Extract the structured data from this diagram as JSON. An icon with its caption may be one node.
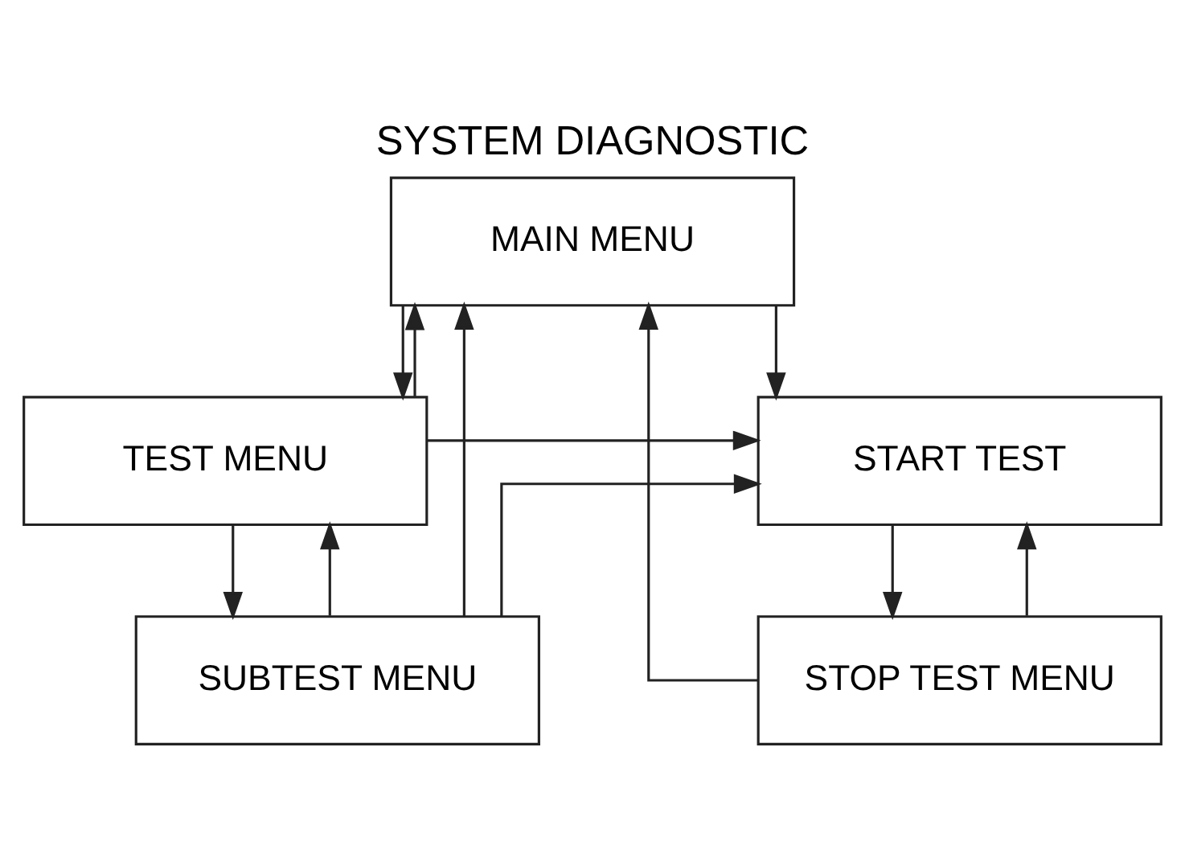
{
  "diagram": {
    "title": "SYSTEM DIAGNOSTIC",
    "nodes": [
      {
        "text": [
          "MAIN MENU"
        ]
      },
      {
        "text": [
          "TEST MENU"
        ]
      },
      {
        "text": [
          "SUBTEST MENU"
        ]
      },
      {
        "text": [
          "START TEST"
        ]
      },
      {
        "text": [
          "STOP TEST MENU"
        ]
      }
    ],
    "edges": [
      {
        "from": 0,
        "to": 1,
        "arrow": "to"
      },
      {
        "from": 1,
        "to": 0,
        "arrow": "to"
      },
      {
        "from": 1,
        "to": 2,
        "arrow": "to"
      },
      {
        "from": 2,
        "to": 1,
        "arrow": "to"
      },
      {
        "from": 0,
        "to": 3,
        "arrow": "to"
      },
      {
        "from": 1,
        "to": 3,
        "arrow": "to"
      },
      {
        "from": 2,
        "to": 3,
        "arrow": "to"
      },
      {
        "from": 2,
        "to": 0,
        "arrow": "to"
      },
      {
        "from": 3,
        "to": 4,
        "arrow": "to"
      },
      {
        "from": 4,
        "to": 3,
        "arrow": "to"
      },
      {
        "from": 4,
        "to": 0,
        "arrow": "to"
      }
    ]
  }
}
